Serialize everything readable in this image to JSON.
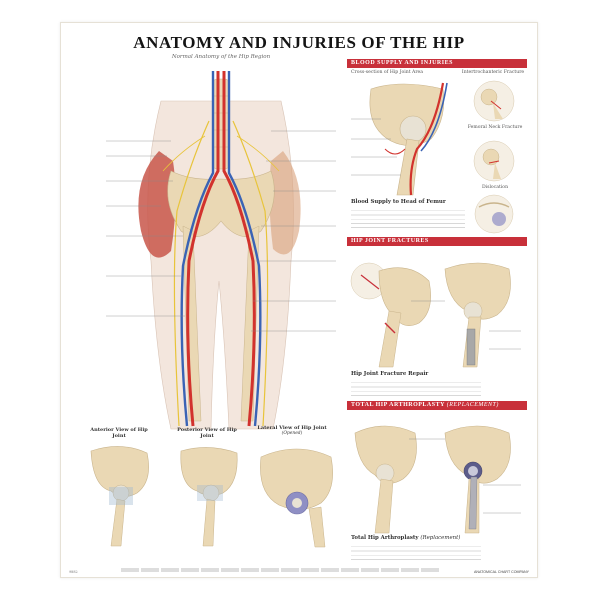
{
  "poster": {
    "title": "ANATOMY AND INJURIES OF THE HIP",
    "subtitle": "Normal Anatomy of the Hip Region"
  },
  "sections": {
    "blood": {
      "header": "BLOOD SUPPLY AND INJURIES",
      "subheading": "Cross-section of Hip Joint Area",
      "intertroch_label": "Intertrochanteric Fracture",
      "femoral_neck_label": "Femoral Neck Fracture",
      "dislocation_label": "Dislocation",
      "caption_title": "Blood Supply to Head of Femur"
    },
    "fractures": {
      "header": "HIP JOINT FRACTURES",
      "caption_title": "Hip Joint Fracture Repair"
    },
    "arthroplasty": {
      "header": "TOTAL HIP ARTHROPLASTY",
      "header_paren": "(REPLACEMENT)",
      "caption_title": "Total Hip Arthroplasty",
      "caption_paren": "(Replacement)"
    }
  },
  "views": {
    "anterior": {
      "title": "Anterior View of Hip Joint"
    },
    "posterior": {
      "title": "Posterior View of Hip Joint"
    },
    "lateral": {
      "title": "Lateral View of Hip Joint",
      "sub": "(Opened)"
    }
  },
  "footer": {
    "publisher": "ANATOMICAL CHART COMPANY",
    "code": "9882"
  },
  "colors": {
    "section_red": "#c8303a",
    "artery": "#d2322d",
    "vein": "#3a63b5",
    "nerve": "#e8c43a",
    "bone": "#e8d6b0",
    "muscle": "#c8564a"
  }
}
